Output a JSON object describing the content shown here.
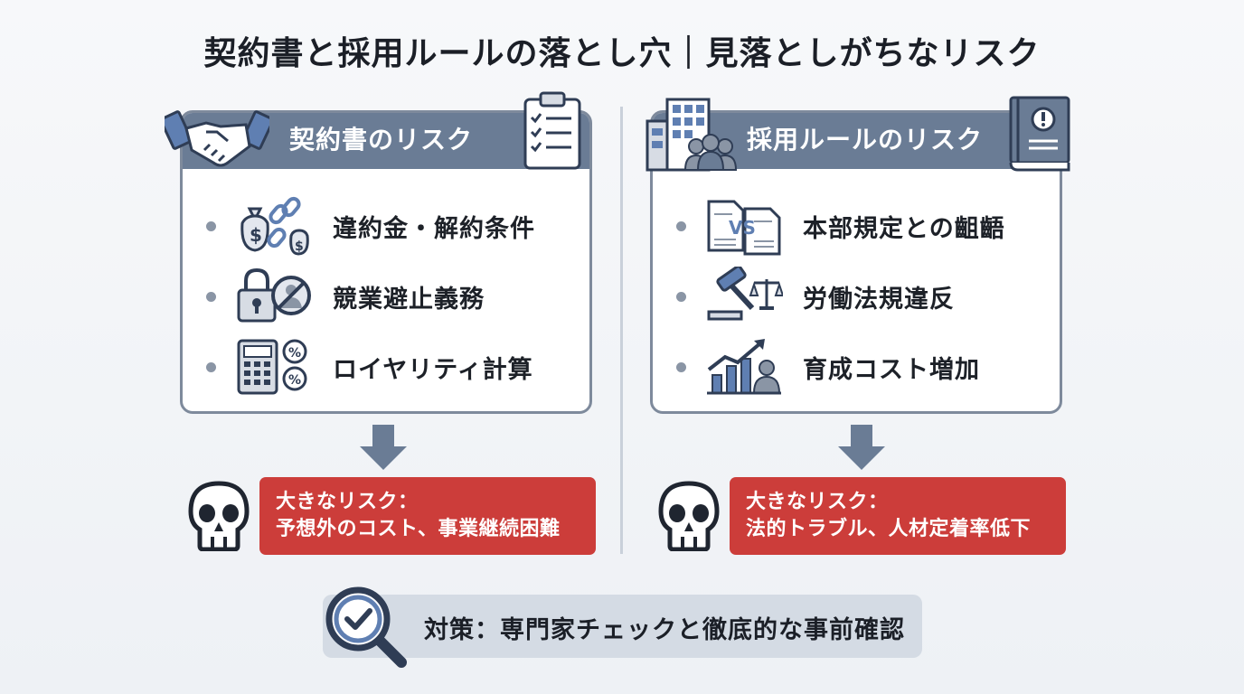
{
  "title": "契約書と採用ルールの落とし穴｜見落としがちなリスク",
  "left": {
    "header": "契約書のリスク",
    "header_icon": "handshake-icon",
    "corner_icon": "checklist-clipboard-icon",
    "items": [
      {
        "label": "違約金・解約条件",
        "icon": "money-bags-broken-chain-icon"
      },
      {
        "label": "競業避止義務",
        "icon": "padlock-prohibited-icon"
      },
      {
        "label": "ロイヤリティ計算",
        "icon": "calculator-percent-icon"
      }
    ],
    "risk": {
      "line1": "大きなリスク：",
      "line2": "予想外のコスト、事業継続困難"
    }
  },
  "right": {
    "header": "採用ルールのリスク",
    "header_icon": "office-building-people-icon",
    "corner_icon": "rulebook-alert-icon",
    "items": [
      {
        "label": "本部規定との齟齬",
        "icon": "documents-vs-icon"
      },
      {
        "label": "労働法規違反",
        "icon": "gavel-scales-icon"
      },
      {
        "label": "育成コスト増加",
        "icon": "growth-chart-person-icon"
      }
    ],
    "risk": {
      "line1": "大きなリスク：",
      "line2": "法的トラブル、人材定着率低下"
    }
  },
  "countermeasure": "対策：専門家チェックと徹底的な事前確認",
  "colors": {
    "header_bg": "#6a7c95",
    "panel_border": "#7e8a9c",
    "risk_red": "#cc3d3a",
    "measure_bg": "#d4dbe4",
    "icon_navy": "#2f3d55",
    "icon_blue": "#5f7fb2"
  }
}
